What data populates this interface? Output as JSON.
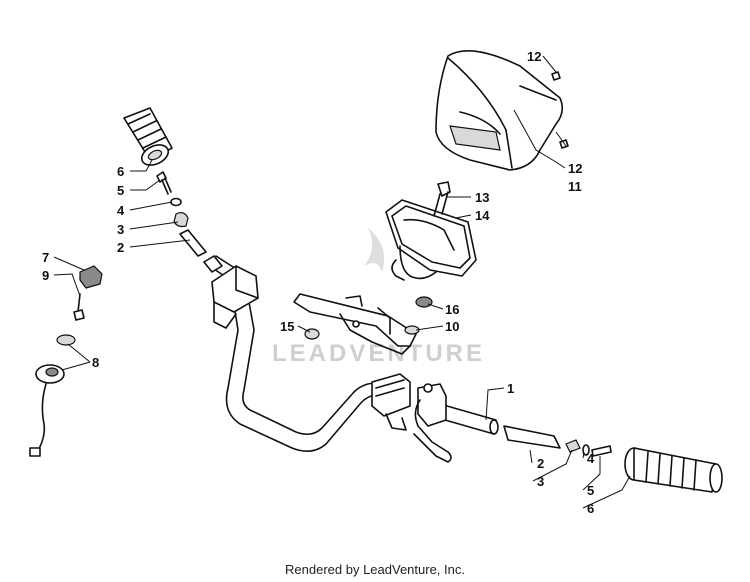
{
  "watermark": "LEADVENTURE",
  "credit": "Rendered by LeadVenture, Inc.",
  "callouts": {
    "c1": "1",
    "c2_left": "2",
    "c3_left": "3",
    "c4_left": "4",
    "c5_left": "5",
    "c6_left": "6",
    "c7": "7",
    "c8": "8",
    "c9": "9",
    "c10": "10",
    "c11": "11",
    "c12_top": "12",
    "c12_mid": "12",
    "c13": "13",
    "c14": "14",
    "c15": "15",
    "c16": "16",
    "c2_right": "2",
    "c3_right": "3",
    "c4_right": "4",
    "c5_right": "5",
    "c6_right": "6"
  }
}
